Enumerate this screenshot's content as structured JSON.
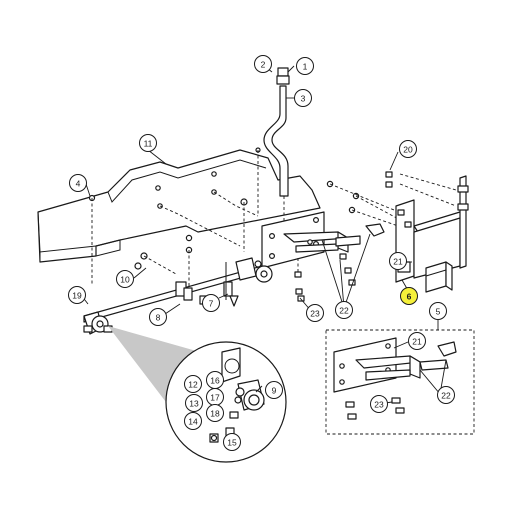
{
  "diagram": {
    "highlight_color": "#f5f03a",
    "callouts": [
      {
        "key": "c1",
        "label": "1"
      },
      {
        "key": "c2",
        "label": "2"
      },
      {
        "key": "c3",
        "label": "3"
      },
      {
        "key": "c4",
        "label": "4"
      },
      {
        "key": "c5",
        "label": "5"
      },
      {
        "key": "c6",
        "label": "6",
        "highlighted": true
      },
      {
        "key": "c7",
        "label": "7"
      },
      {
        "key": "c8",
        "label": "8"
      },
      {
        "key": "c9",
        "label": "9"
      },
      {
        "key": "c10",
        "label": "10"
      },
      {
        "key": "c11",
        "label": "11"
      },
      {
        "key": "c12",
        "label": "12"
      },
      {
        "key": "c13",
        "label": "13"
      },
      {
        "key": "c14",
        "label": "14"
      },
      {
        "key": "c15",
        "label": "15"
      },
      {
        "key": "c16",
        "label": "16"
      },
      {
        "key": "c17",
        "label": "17"
      },
      {
        "key": "c18",
        "label": "18"
      },
      {
        "key": "c19",
        "label": "19"
      },
      {
        "key": "c20",
        "label": "20"
      },
      {
        "key": "c21",
        "label": "21"
      },
      {
        "key": "c21b",
        "label": "21"
      },
      {
        "key": "c22",
        "label": "22"
      },
      {
        "key": "c22b",
        "label": "22"
      },
      {
        "key": "c23",
        "label": "23"
      },
      {
        "key": "c23b",
        "label": "23"
      }
    ]
  }
}
